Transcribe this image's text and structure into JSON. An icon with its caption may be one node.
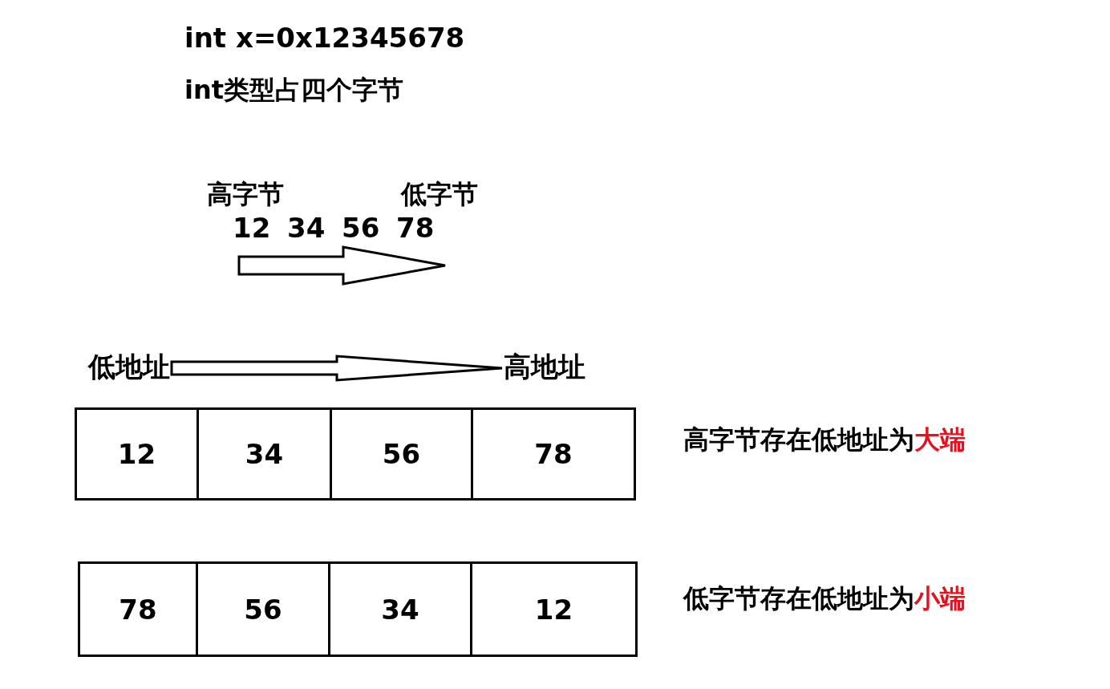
{
  "diagram": {
    "nodes": [
      {
        "text": [
          "低地址"
        ]
      },
      {
        "text": [
          "高地址"
        ]
      },
      {
        "text": [
          "12"
        ]
      },
      {
        "text": [
          "34"
        ]
      },
      {
        "text": [
          "56"
        ]
      },
      {
        "text": [
          "78"
        ]
      },
      {
        "text": [
          "78"
        ]
      },
      {
        "text": [
          "56"
        ]
      },
      {
        "text": [
          "34"
        ]
      },
      {
        "text": [
          "12"
        ]
      }
    ],
    "edges": [
      {
        "from": 0,
        "to": 1,
        "arrow": "to"
      }
    ],
    "labels": [
      "int x=0x12345678",
      "int类型占四个字节",
      "高字节",
      "低字节",
      "12",
      "34",
      "56",
      "78",
      "高字节存在低地址为**大端**",
      "低字节存在低地址为**小端**"
    ]
  }
}
